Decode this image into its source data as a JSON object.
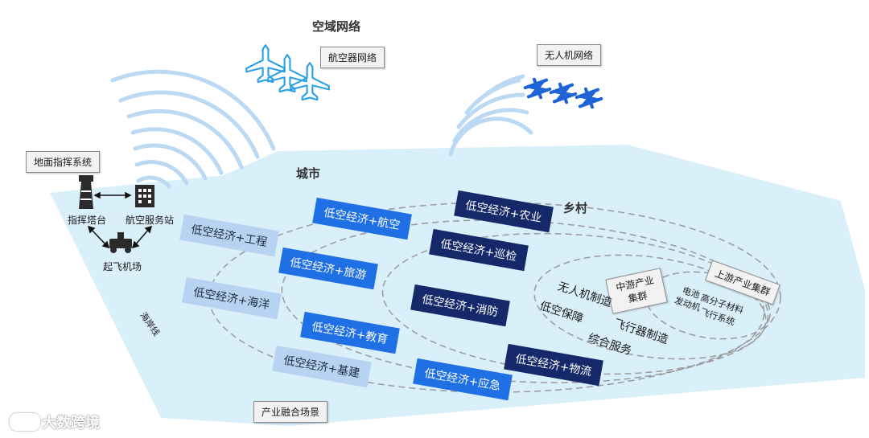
{
  "titles": {
    "airspace": "空域网络",
    "city": "城市",
    "village": "乡村"
  },
  "callouts": {
    "aircraft_network": "航空器网络",
    "drone_network": "无人机网络",
    "ground_command": "地面指挥系统",
    "industry_scenes": "产业融合场景"
  },
  "ground": {
    "tower": "指挥塔台",
    "service_station": "航空服务站",
    "airport": "起飞机场",
    "coastline": "海岸线"
  },
  "scenarios": {
    "engineering": "低空经济+工程",
    "ocean": "低空经济+海洋",
    "construction": "低空经济+基建",
    "aviation": "低空经济+航空",
    "tourism": "低空经济+旅游",
    "education": "低空经济+教育",
    "emergency": "低空经济+应急",
    "agriculture": "低空经济+农业",
    "patrol": "低空经济+巡检",
    "fire": "低空经济+消防",
    "logistics": "低空经济+物流"
  },
  "industry": {
    "midstream_cluster": "中游产业集群",
    "upstream_cluster": "上游产业集群",
    "drone_mfg": "无人机制造",
    "low_alt_support": "低空保障",
    "aircraft_mfg": "飞行器制造",
    "integrated_services": "综合服务",
    "battery": "电池",
    "polymer": "高分子材料",
    "engine": "发动机",
    "flight_system": "飞行系统"
  },
  "brand": "大数跨境",
  "colors": {
    "ground_plane": "#d9effa",
    "wave": "#bcd9f3",
    "plane_icon": "#2aa1e6",
    "drone_icon": "#1e63d6",
    "tag_light": "#b8d3f2",
    "tag_mid": "#1f6fe5",
    "tag_dark": "#15296a"
  }
}
